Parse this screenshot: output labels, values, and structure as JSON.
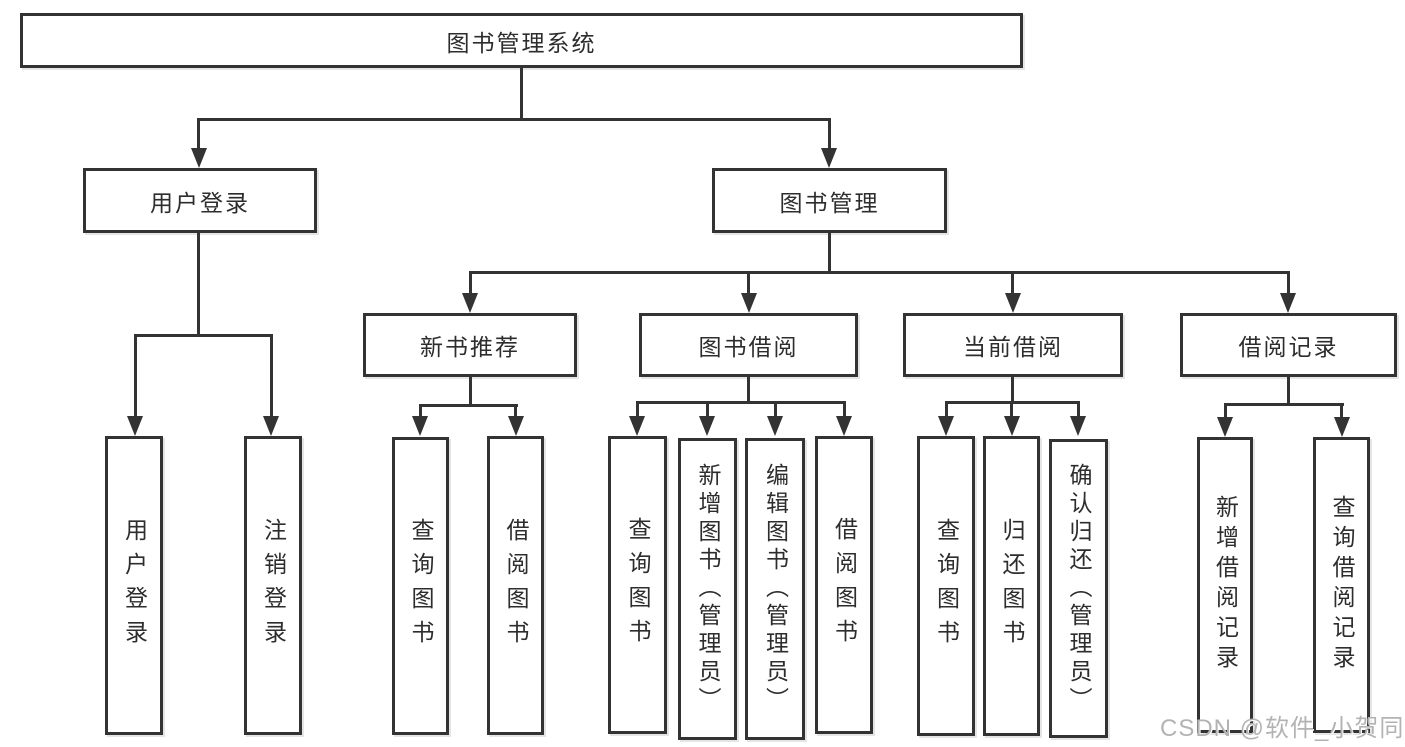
{
  "diagram": {
    "title": "图书管理系统",
    "branches": [
      {
        "label": "用户登录",
        "children": [
          {
            "label": "用户登录"
          },
          {
            "label": "注销登录"
          }
        ]
      },
      {
        "label": "图书管理",
        "children": [
          {
            "label": "新书推荐",
            "children": [
              {
                "label": "查询图书"
              },
              {
                "label": "借阅图书"
              }
            ]
          },
          {
            "label": "图书借阅",
            "children": [
              {
                "label": "查询图书"
              },
              {
                "label": "新增图书（管理员）"
              },
              {
                "label": "编辑图书（管理员）"
              },
              {
                "label": "借阅图书"
              }
            ]
          },
          {
            "label": "当前借阅",
            "children": [
              {
                "label": "查询图书"
              },
              {
                "label": "归还图书"
              },
              {
                "label": "确认归还（管理员）"
              }
            ]
          },
          {
            "label": "借阅记录",
            "children": [
              {
                "label": "新增借阅记录"
              },
              {
                "label": "查询借阅记录"
              }
            ]
          }
        ]
      }
    ]
  },
  "watermark": {
    "text": "CSDN @软件_小贺同学"
  },
  "colors": {
    "line": "#333333",
    "text": "#2d2d2d",
    "box_background": "#ffffff",
    "watermark": "#b3b3b3",
    "background": "#ffffff"
  }
}
